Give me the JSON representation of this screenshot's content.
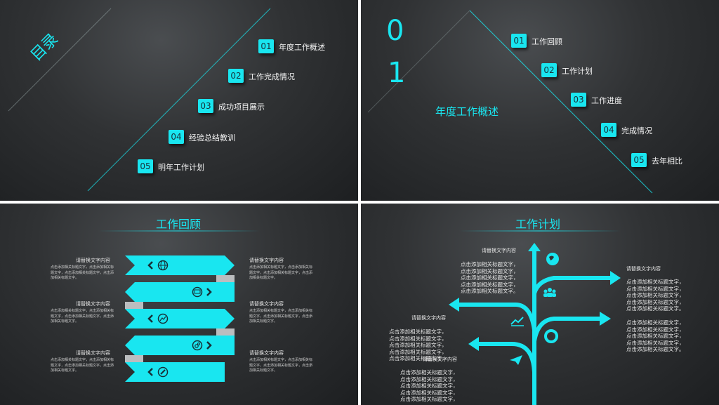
{
  "slide1": {
    "title": "目录",
    "items": [
      {
        "num": "01",
        "label": "年度工作概述"
      },
      {
        "num": "02",
        "label": "工作完成情况"
      },
      {
        "num": "03",
        "label": "成功项目展示"
      },
      {
        "num": "04",
        "label": "经验总结教训"
      },
      {
        "num": "05",
        "label": "明年工作计划"
      }
    ]
  },
  "slide2": {
    "big_number_top": "0",
    "big_number_bottom": "1",
    "section_title": "年度工作概述",
    "items": [
      {
        "num": "01",
        "label": "工作回顾"
      },
      {
        "num": "02",
        "label": "工作计划"
      },
      {
        "num": "03",
        "label": "工作进度"
      },
      {
        "num": "04",
        "label": "完成情况"
      },
      {
        "num": "05",
        "label": "去年相比"
      }
    ]
  },
  "slide3": {
    "title": "工作回顾",
    "blocks": [
      {
        "heading": "请替换文字内容",
        "body": "点击添加相关标题文字，点击添加相关标题文字，点击添加相关标题文字，点击添加相关标题文字。"
      },
      {
        "heading": "请替换文字内容",
        "body": "点击添加相关标题文字，点击添加相关标题文字，点击添加相关标题文字，点击添加相关标题文字。"
      },
      {
        "heading": "请替换文字内容",
        "body": "点击添加相关标题文字，点击添加相关标题文字，点击添加相关标题文字，点击添加相关标题文字。"
      },
      {
        "heading": "请替换文字内容",
        "body": "点击添加相关标题文字，点击添加相关标题文字，点击添加相关标题文字，点击添加相关标题文字。"
      },
      {
        "heading": "请替换文字内容",
        "body": "点击添加相关标题文字，点击添加相关标题文字，点击添加相关标题文字，点击添加相关标题文字。"
      },
      {
        "heading": "请替换文字内容",
        "body": "点击添加相关标题文字，点击添加相关标题文字，点击添加相关标题文字，点击添加相关标题文字。"
      }
    ],
    "icons": [
      "globe-icon",
      "monitor-icon",
      "chart-icon",
      "gears-icon",
      "pencil-icon"
    ]
  },
  "slide4": {
    "title": "工作计划",
    "heading_top": "请替换文字内容",
    "heading_right": "请替换文字内容",
    "heading_left": "请替换文字内容",
    "heading_overlap": "请替换文字内容",
    "line": "点击添加相关标题文字，",
    "line_end": "点击添加相关标题文字。",
    "icons": [
      "globe-icon",
      "people-icon",
      "chart-icon",
      "lifebuoy-icon",
      "paper-plane-icon"
    ]
  },
  "colors": {
    "accent": "#19e6f0",
    "background": "#2f3133"
  }
}
